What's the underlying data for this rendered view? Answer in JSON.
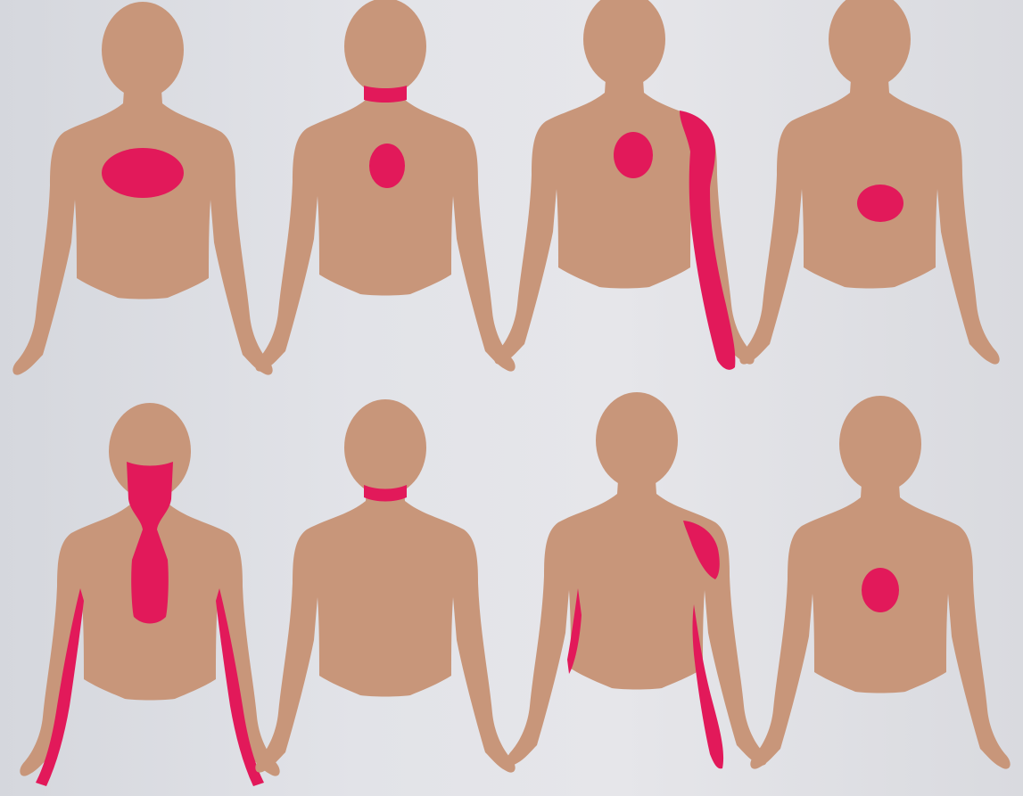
{
  "figure": {
    "panels": [
      {
        "id": "panel-1",
        "pain_regions": [
          "central-chest"
        ]
      },
      {
        "id": "panel-2",
        "pain_regions": [
          "neck",
          "central-chest"
        ]
      },
      {
        "id": "panel-3",
        "pain_regions": [
          "left-chest",
          "left-shoulder",
          "left-arm"
        ]
      },
      {
        "id": "panel-4",
        "pain_regions": [
          "upper-abdomen"
        ]
      },
      {
        "id": "panel-5",
        "pain_regions": [
          "jaw-neck",
          "central-chest",
          "both-arms"
        ]
      },
      {
        "id": "panel-6",
        "pain_regions": [
          "neck"
        ]
      },
      {
        "id": "panel-7",
        "pain_regions": [
          "left-shoulder",
          "left-arm",
          "right-arm"
        ]
      },
      {
        "id": "panel-8",
        "pain_regions": [
          "back"
        ]
      }
    ],
    "colors": {
      "skin": "#c8967a",
      "pain": "#e2195a",
      "paper": "#e2e3e8",
      "ghost_text": "#9c9da6"
    }
  }
}
